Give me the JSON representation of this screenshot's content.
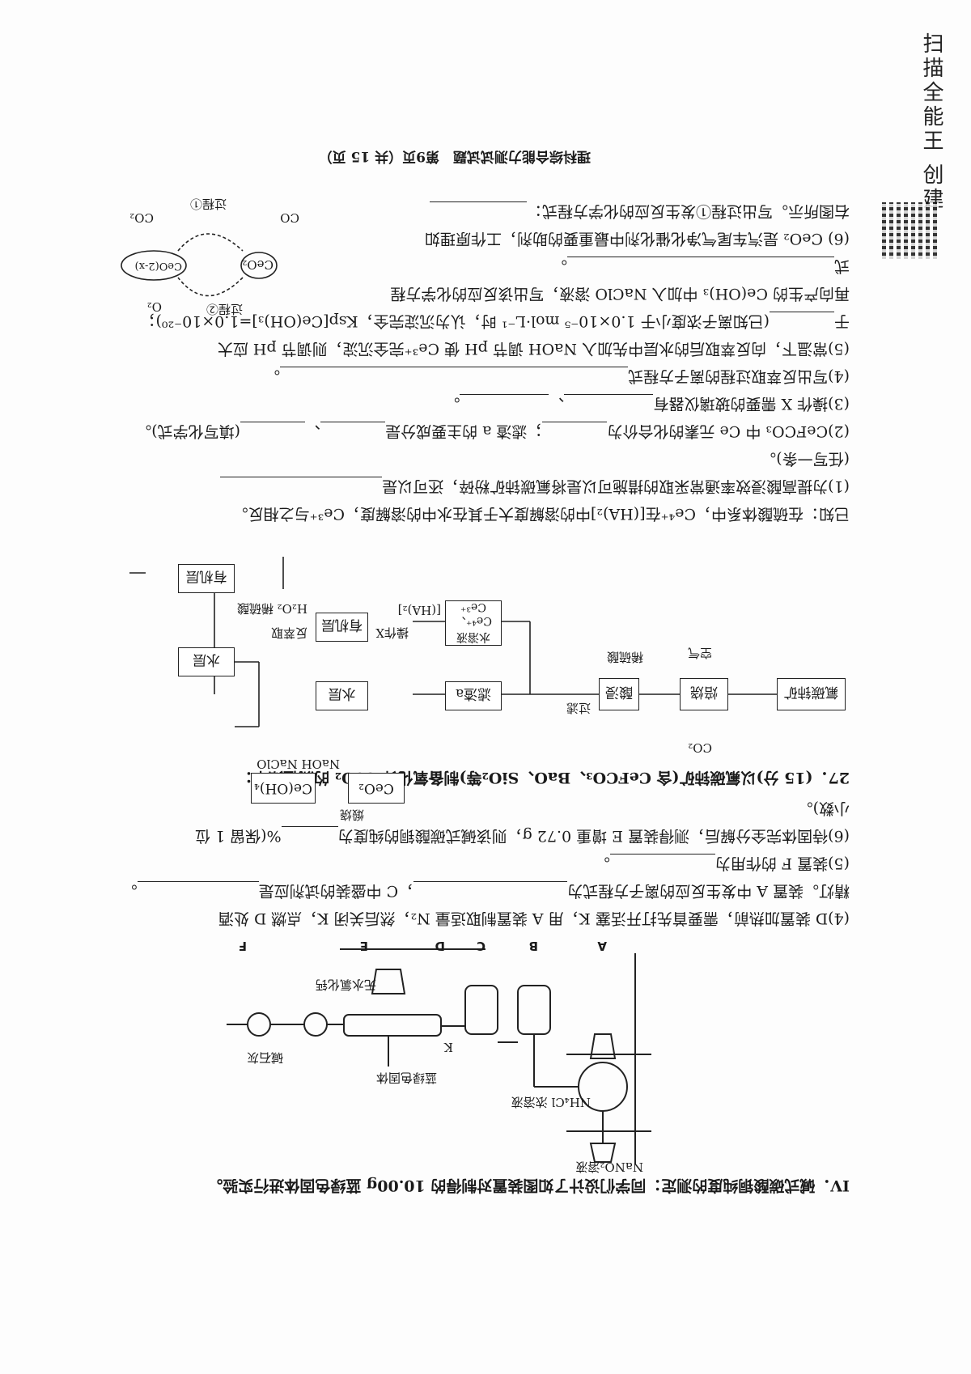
{
  "watermark": {
    "text": "扫描全能王 创建"
  },
  "footer": "理科综合能力测试试题　第9页（共 15 页）",
  "section4": {
    "title": "IV．碱式碳酸铜纯度的测定：同学们设计了如图装置对制得的 10.00g 蓝绿色固体进行实验。",
    "labels": {
      "nano2": "NaNO₂溶液",
      "nh4cl": "NH₄Cl 浓溶液",
      "k": "K",
      "solid": "蓝绿色固体",
      "cacl2": "无水氯化钙",
      "lime": "碱石灰"
    },
    "letters": [
      "A",
      "B",
      "C",
      "D",
      "E",
      "F"
    ],
    "q4a": "(4)D 装置加热前，需要首先打开活塞 K，用 A 装置制取适量 N₂，然后关闭 K，点燃 D 处酒",
    "q4b": "精灯。装置 A 中发生反应的离子方程式为",
    "q4c": "，C 中盛装的试剂应是",
    "q5": "(5)装置 F 的作用为",
    "q6a": "(6)待固体完全分解后，测得装置 E 增重 0.72 g，则该碱式碳酸铜的纯度为",
    "q6b": "%(保留 1 位",
    "q6c": "小数)。"
  },
  "q27": {
    "intro": "27．(15 分)以氟碳铈矿(含 CeFCO₃、BaO、SiO₂等)制备氧化铈 CeO₂ 的流程如下：",
    "flow": {
      "ore": "氟碳铈矿",
      "roast": "焙烧",
      "co2": "CO₂",
      "air": "空气",
      "acidleach": "酸浸",
      "dilute_h2so4": "稀硫酸",
      "filter": "过滤",
      "residue": "滤渣a",
      "aq": "水溶液 Ce⁴⁺、Ce³⁺",
      "ha": "[(HA)₂]",
      "opx": "操作X",
      "water1": "水层",
      "organic1": "有机层",
      "back": "反萃取",
      "h2o2": "H₂O₂ 稀硫酸",
      "organic2": "有机层",
      "water2": "水层",
      "naoh": "NaOH NaClO",
      "ceoh4": "Ce(OH)₄",
      "calcine": "煅烧",
      "ceo2": "CeO₂"
    },
    "known": "已知：在硫酸体系中，Ce⁴⁺在[(HA)₂]中的溶解度大于其在水中的溶解度，Ce³⁺与之相反。",
    "q1a": "(1)为提高酸浸效率通常采取的措施可以是将氟碳铈矿粉碎，还可以是",
    "q1b": "(任写一条)。",
    "q2a": "(2)CeFCO₃ 中 Ce 元素的化合价为",
    "q2b": "；滤渣 a 的主要成分是",
    "q2c": "(填写化学式)。",
    "q3": "(3)操作 X 需要的玻璃仪器有",
    "q4": "(4)写出反萃取过程的离子方程式",
    "q5a": "(5)常温下，向反萃取后的水层中先加入 NaOH 调节 pH 使 Ce³⁺完全沉淀，则调节 pH 应大",
    "q5b": "于",
    "q5c": "(已知离子浓度小于 1.0×10⁻⁵ mol·L⁻¹ 时，认为沉淀完全，Ksp[Ce(OH)₃]=1.0×10⁻²⁰)；",
    "q5d": "再向产生的 Ce(OH)₃ 中加入 NaClO 溶液，写出该反应的化学方程",
    "q5e": "式",
    "q6a": "(6) CeO₂ 是汽车尾气净化催化剂中最重要的助剂，工作原理如",
    "q6b": "右图所示。写出过程①发生反应的化学方程式：",
    "cycle": {
      "ceo2": "CeO₂",
      "ceo2x": "CeO(2-x)",
      "co": "CO",
      "co2": "CO₂",
      "o2": "O₂",
      "p1": "过程①",
      "p2": "过程②"
    }
  }
}
